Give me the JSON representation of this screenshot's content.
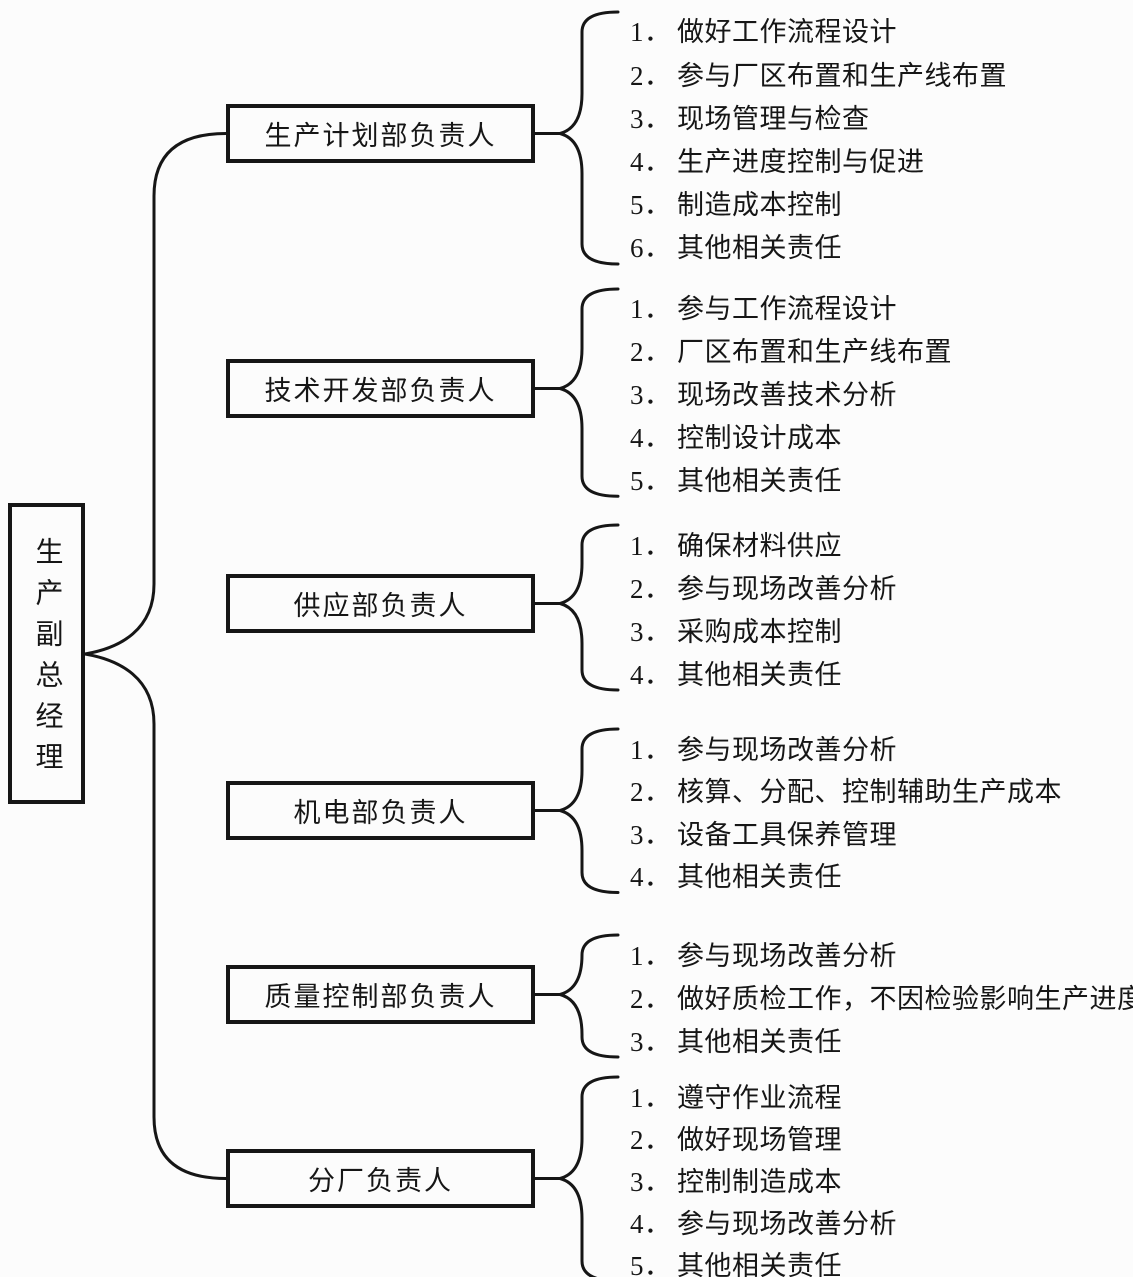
{
  "root": {
    "label": "生产副总经理"
  },
  "groups": [
    {
      "box": "生产计划部负责人",
      "items": [
        "做好工作流程设计",
        "参与厂区布置和生产线布置",
        "现场管理与检查",
        "生产进度控制与促进",
        "制造成本控制",
        "其他相关责任"
      ]
    },
    {
      "box": "技术开发部负责人",
      "items": [
        "参与工作流程设计",
        "厂区布置和生产线布置",
        "现场改善技术分析",
        "控制设计成本",
        "其他相关责任"
      ]
    },
    {
      "box": "供应部负责人",
      "items": [
        "确保材料供应",
        "参与现场改善分析",
        "采购成本控制",
        "其他相关责任"
      ]
    },
    {
      "box": "机电部负责人",
      "items": [
        "参与现场改善分析",
        "核算、分配、控制辅助生产成本",
        "设备工具保养管理",
        "其他相关责任"
      ]
    },
    {
      "box": "质量控制部负责人",
      "items": [
        "参与现场改善分析",
        "做好质检工作，不因检验影响生产进度",
        "其他相关责任"
      ]
    },
    {
      "box": "分厂负责人",
      "items": [
        "遵守作业流程",
        "做好现场管理",
        "控制制造成本",
        "参与现场改善分析",
        "其他相关责任"
      ]
    }
  ],
  "number_suffix": "．",
  "colors": {
    "ink": "#161616",
    "background": "#fcfcfc"
  }
}
